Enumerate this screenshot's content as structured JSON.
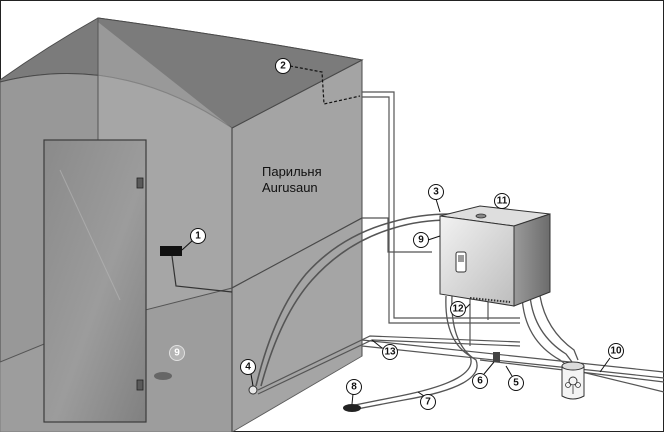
{
  "room": {
    "title_line1": "Парильня",
    "title_line2": "Aurusaun"
  },
  "callouts": {
    "c1": "1",
    "c2": "2",
    "c3": "3",
    "c4": "4",
    "c5": "5",
    "c6": "6",
    "c7": "7",
    "c8": "8",
    "c9": "9",
    "c9b": "9",
    "c10": "10",
    "c11": "11",
    "c12": "12",
    "c13": "13"
  }
}
